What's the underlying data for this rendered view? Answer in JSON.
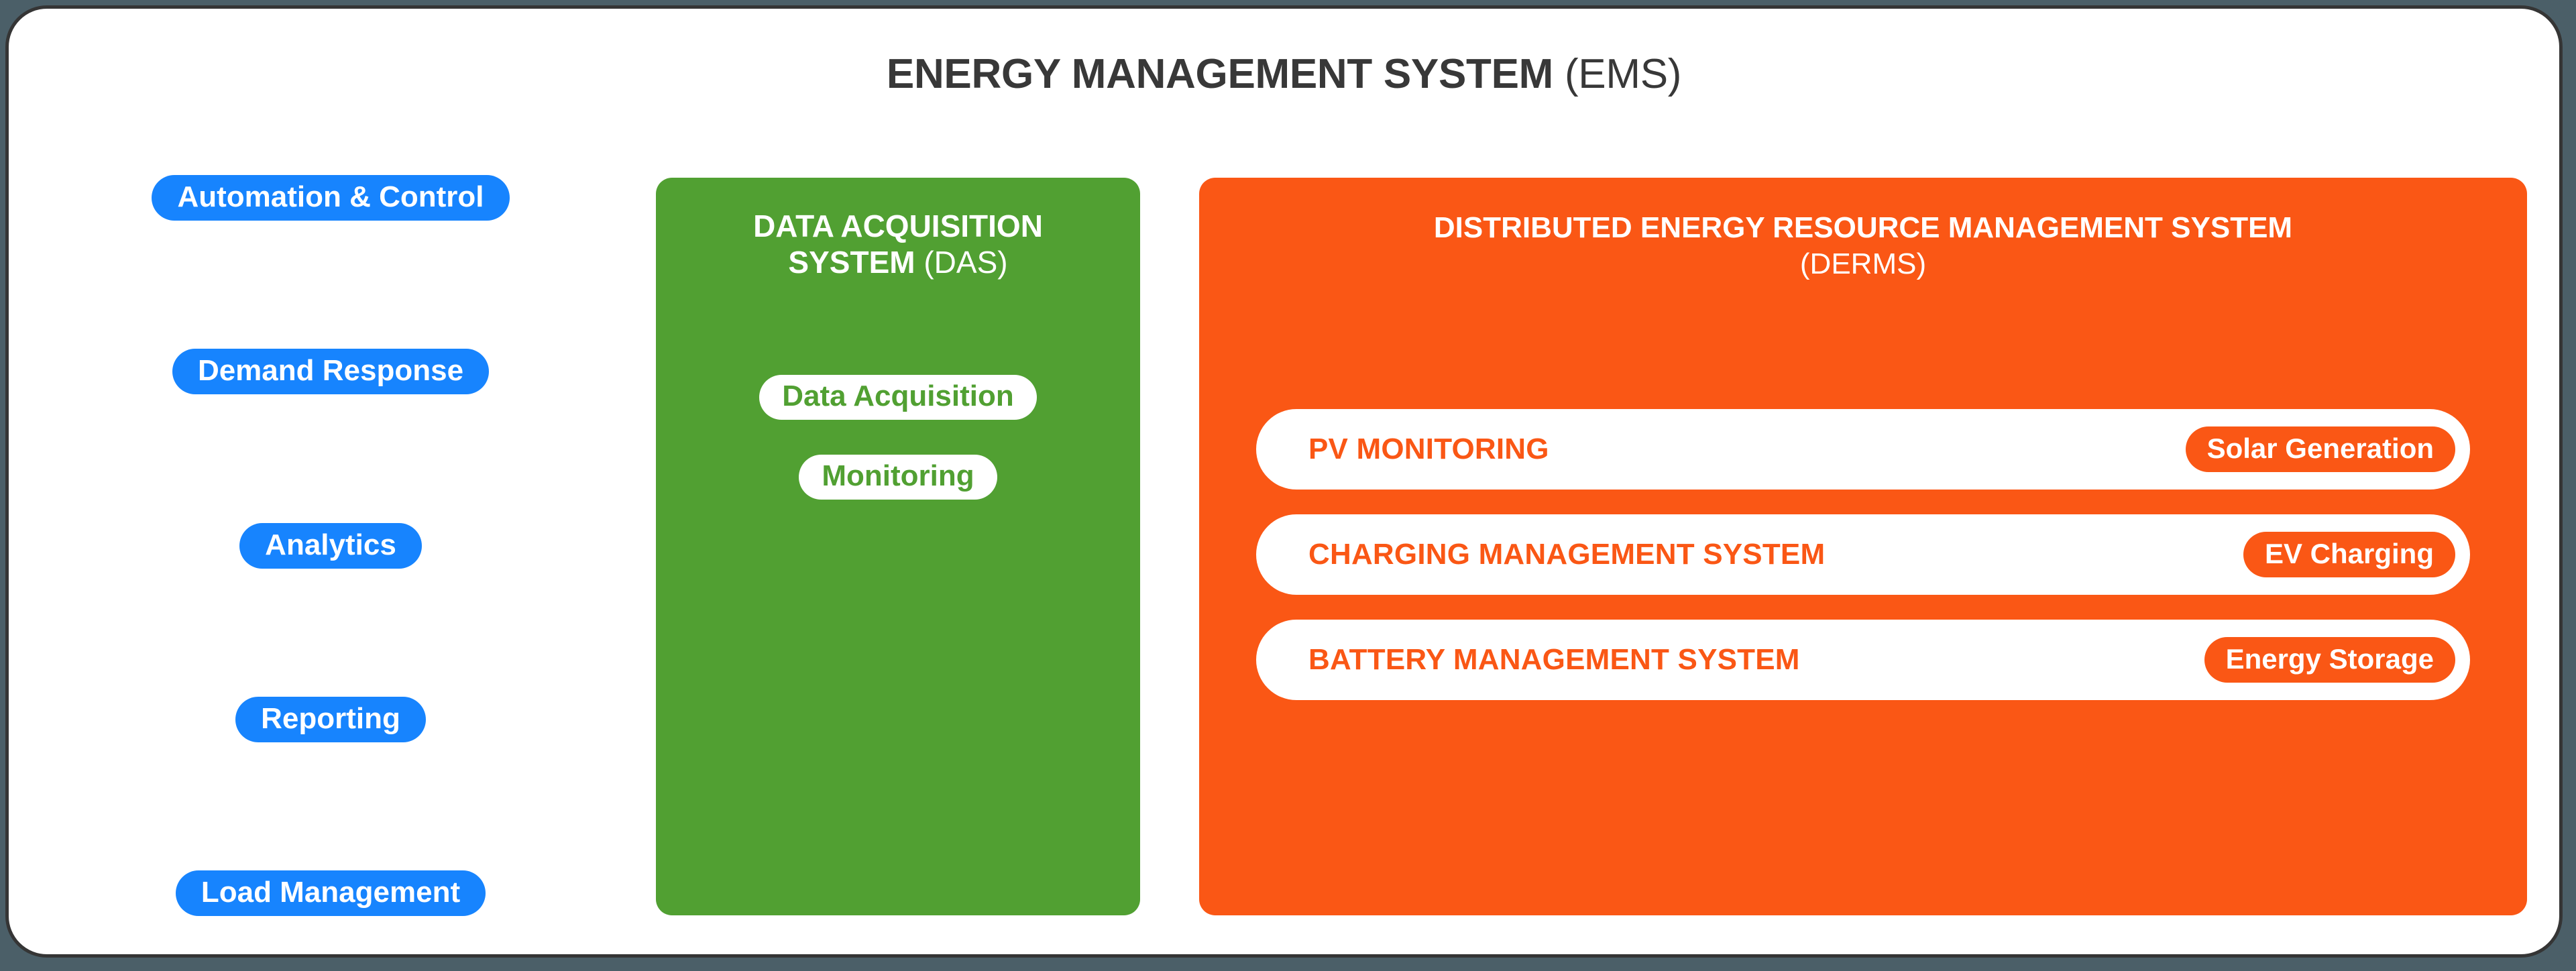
{
  "colors": {
    "accent_blue": "#1784fe",
    "accent_green": "#51a032",
    "accent_orange": "#fa5715",
    "card_border": "#353535",
    "page_background": "#4b5f68",
    "title_text": "#383838"
  },
  "header": {
    "title_bold": "ENERGY MANAGEMENT SYSTEM",
    "title_light": " (EMS)"
  },
  "left_column": {
    "items": [
      {
        "label": "Automation & Control"
      },
      {
        "label": "Demand Response"
      },
      {
        "label": "Analytics"
      },
      {
        "label": "Reporting"
      },
      {
        "label": "Load Management"
      }
    ]
  },
  "das_panel": {
    "title_bold": "DATA ACQUISITION SYSTEM",
    "title_light": " (DAS)",
    "title_line1": "DATA ACQUISITION",
    "title_line2_bold": "SYSTEM",
    "title_line2_light": " (DAS)",
    "items": [
      {
        "label": "Data Acquisition"
      },
      {
        "label": "Monitoring"
      }
    ]
  },
  "derms_panel": {
    "title_line1": "DISTRIBUTED ENERGY RESOURCE MANAGEMENT SYSTEM",
    "title_line2": "(DERMS)",
    "rows": [
      {
        "label": "PV MONITORING",
        "tag": "Solar Generation"
      },
      {
        "label": "CHARGING MANAGEMENT SYSTEM",
        "tag": "EV Charging"
      },
      {
        "label": "BATTERY MANAGEMENT SYSTEM",
        "tag": "Energy Storage"
      }
    ]
  }
}
